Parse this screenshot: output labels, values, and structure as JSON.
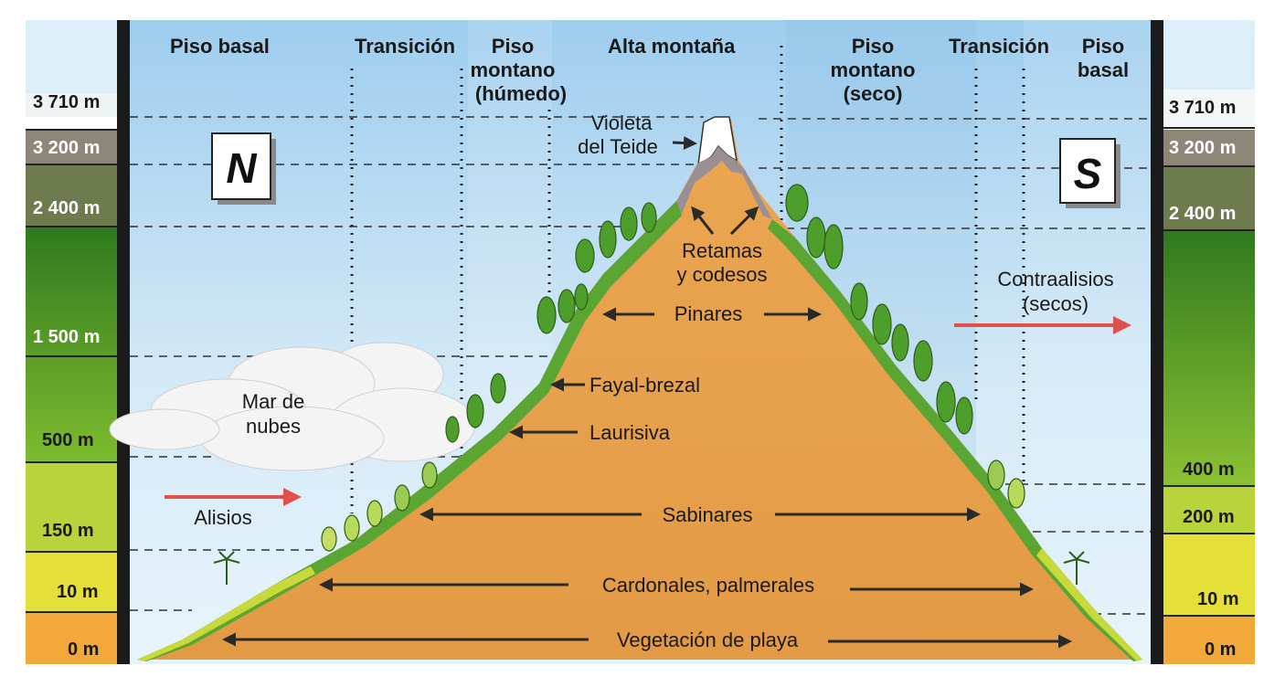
{
  "header": {
    "piso_basal_n": "Piso basal",
    "transicion_n": "Transición",
    "piso_montano_h": [
      "Piso",
      "montano",
      "(húmedo)"
    ],
    "alta_montana": "Alta montaña",
    "piso_montano_s": [
      "Piso",
      "montano",
      "(seco)"
    ],
    "transicion_s": "Transición",
    "piso_basal_s": [
      "Piso",
      "basal"
    ]
  },
  "compass": {
    "north": "N",
    "south": "S"
  },
  "left_altitudes": [
    "3 710 m",
    "3 200 m",
    "2 400 m",
    "1 500 m",
    "500 m",
    "150 m",
    "10 m",
    "0 m"
  ],
  "right_altitudes": [
    "3 710 m",
    "3 200 m",
    "2 400 m",
    "400 m",
    "200 m",
    "10 m",
    "0 m"
  ],
  "labels": {
    "violeta": [
      "Violeta",
      "del Teide"
    ],
    "retamas": [
      "Retamas",
      "y codesos"
    ],
    "pinares": "Pinares",
    "fayal": "Fayal-brezal",
    "laurisiva": "Laurisiva",
    "sabinares": "Sabinares",
    "cardonales": "Cardonales, palmerales",
    "playa": "Vegetación de playa",
    "mar_nubes": [
      "Mar de",
      "nubes"
    ],
    "alisios": "Alisios",
    "contraalisios": [
      "Contraalisios",
      "(secos)"
    ]
  },
  "colors": {
    "mountain": "#E9A24E",
    "vegetation": "#5BA533",
    "trade_wind_arrow": "#E0504A",
    "sky_top": "#A9D2EE"
  }
}
